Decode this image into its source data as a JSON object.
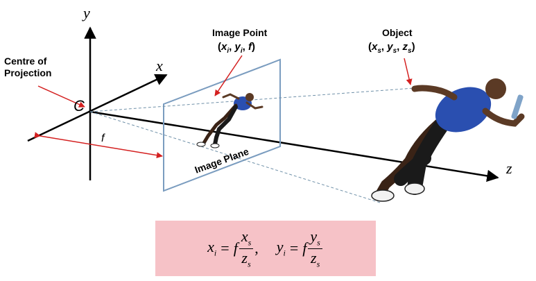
{
  "axes": {
    "x": "x",
    "y": "y",
    "z": "z"
  },
  "centre": {
    "point_label": "C",
    "label_line1": "Centre of",
    "label_line2": "Projection"
  },
  "focal_label": "f",
  "image_point": {
    "title": "Image Point",
    "coords": "(xi, yi, f)"
  },
  "object": {
    "title": "Object",
    "coords": "(xs, ys, zs)"
  },
  "image_plane_label": "Image Plane",
  "formula": {
    "xi": "x",
    "xi_sub": "i",
    "eq": "=",
    "f": "f",
    "num_x": "x",
    "num_x_sub": "s",
    "den_z": "z",
    "den_z_sub": "s",
    "comma": ",",
    "yi": "y",
    "yi_sub": "i",
    "num_y": "y",
    "num_y_sub": "s"
  },
  "colors": {
    "arrow": "#d42020",
    "plane": "#7a9cbf",
    "projection": "#6f90a8",
    "formula_bg": "#f6c2c7",
    "jersey": "#2a4fb0"
  }
}
